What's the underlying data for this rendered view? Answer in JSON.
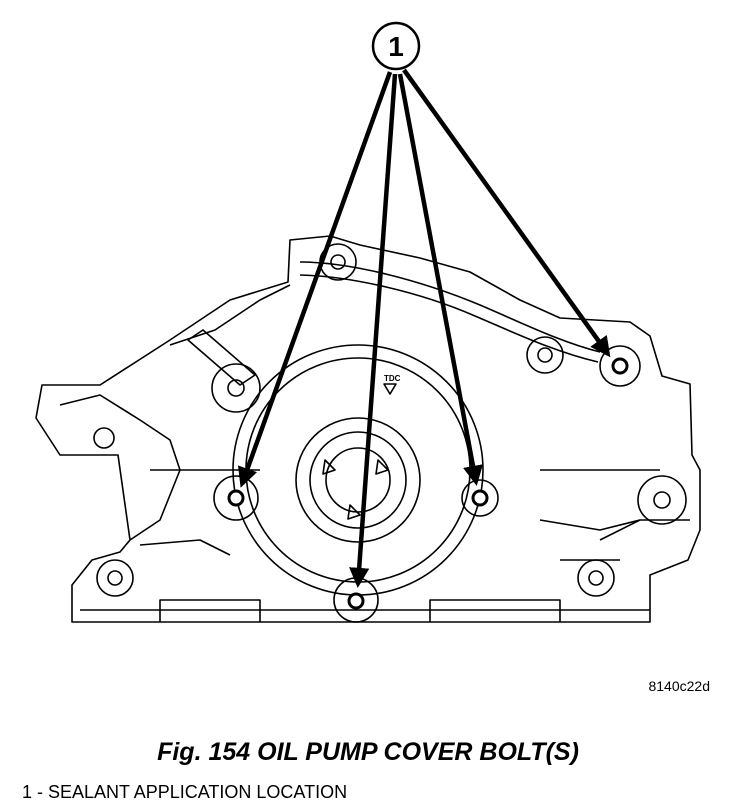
{
  "callout": {
    "number": "1"
  },
  "figure": {
    "code": "8140c22d",
    "caption": "Fig. 154 OIL PUMP COVER BOLT(S)"
  },
  "legend": {
    "items": [
      {
        "text": "1 - SEALANT APPLICATION LOCATION"
      }
    ]
  },
  "diagram_labels": {
    "tdc_mark": "TDC"
  },
  "colors": {
    "line": "#000000",
    "background": "#ffffff"
  }
}
